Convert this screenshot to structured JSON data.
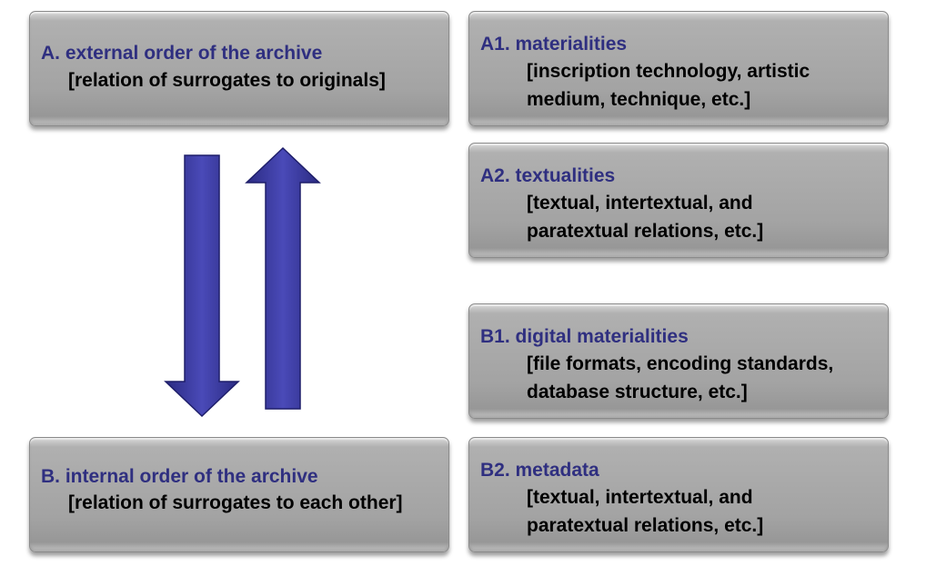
{
  "boxes": {
    "a": {
      "title": "A.  external order of the archive",
      "lines": [
        "[relation of surrogates to originals]"
      ]
    },
    "b": {
      "title": "B.  internal order of the archive",
      "lines": [
        "[relation of surrogates to each other]"
      ]
    },
    "a1": {
      "title": "A1. materialities",
      "lines": [
        "[inscription technology, artistic",
        "medium, technique, etc.]"
      ]
    },
    "a2": {
      "title": "A2. textualities",
      "lines": [
        "[textual, intertextual, and",
        "paratextual relations, etc.]"
      ]
    },
    "b1": {
      "title": "B1. digital materialities",
      "lines": [
        "[file formats, encoding standards,",
        "database structure, etc.]"
      ]
    },
    "b2": {
      "title": "B2. metadata",
      "lines": [
        "[textual, intertextual, and",
        "paratextual relations, etc.]"
      ]
    }
  },
  "colors": {
    "title_text": "#2f2f80",
    "arrow_fill": "#3a3a9c",
    "box_fill": "#a6a6a6"
  }
}
